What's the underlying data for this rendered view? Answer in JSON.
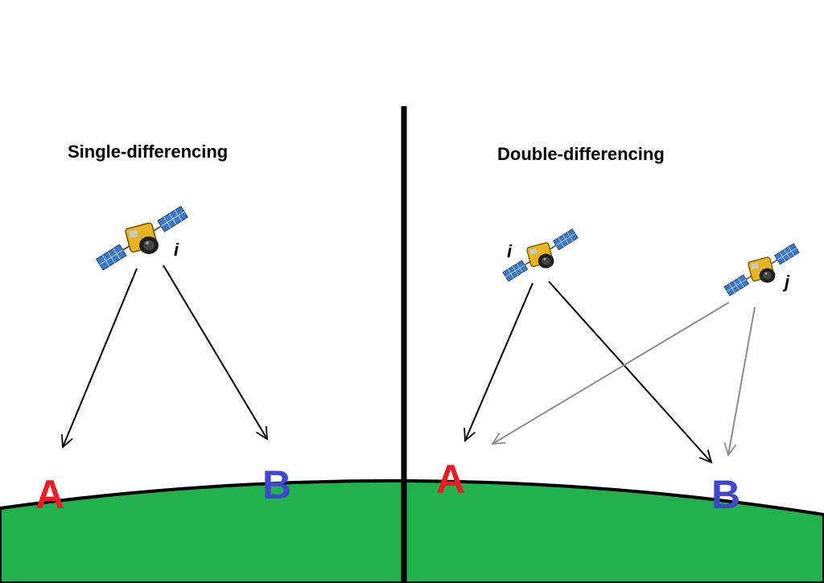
{
  "colors": {
    "ground": "#22b14c",
    "ground_outline": "#000000",
    "divider": "#000000",
    "point_a": "#ed1c24",
    "point_b": "#3f48cc",
    "signal_primary": "#000000",
    "signal_secondary": "#8c8c8c",
    "satellite_body": "#e8b422",
    "satellite_panel": "#3d78c4"
  },
  "icons": {
    "satellite": "satellite-icon"
  },
  "left_panel": {
    "title": "Single-differencing",
    "satellite_label": "i",
    "point_a_label": "A",
    "point_b_label": "B"
  },
  "right_panel": {
    "title": "Double-differencing",
    "satellite_i_label": "i",
    "satellite_j_label": "j",
    "point_a_label": "A",
    "point_b_label": "B"
  }
}
